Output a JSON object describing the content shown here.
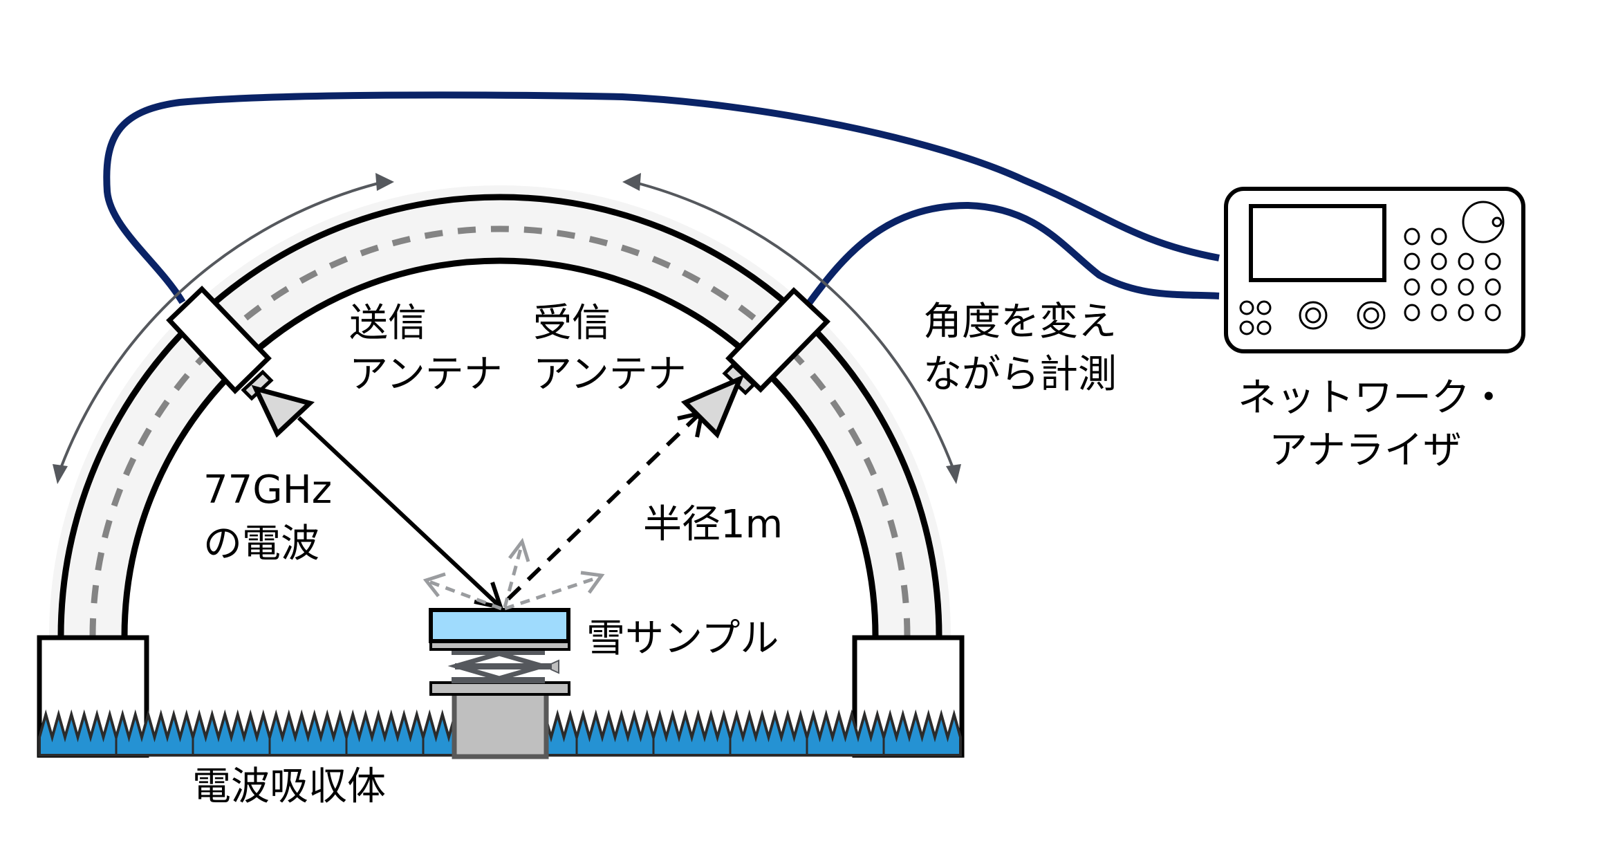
{
  "labels": {
    "tx_antenna_line1": "送信",
    "tx_antenna_line2": "アンテナ",
    "rx_antenna_line1": "受信",
    "rx_antenna_line2": "アンテナ",
    "rotate_line1": "角度を変え",
    "rotate_line2": "ながら計測",
    "wave_line1": "77GHz",
    "wave_line2": "の電波",
    "radius": "半径1m",
    "sample": "雪サンプル",
    "absorber": "電波吸収体",
    "analyzer_line1": "ネットワーク・",
    "analyzer_line2": "アナライザ"
  },
  "colors": {
    "cable": "#0a2366",
    "absorber_fill": "#2592d3",
    "sample_fill": "#9fdbfd",
    "arc_fill": "#f4f4f4",
    "dashed_track": "#848484",
    "rotation_arrow": "#55585d",
    "scatter_arrow": "#9a9c9f",
    "horn_fill": "#d9d9d9",
    "stage_fill": "#bfbfbf",
    "jack_fill": "#55585d"
  }
}
